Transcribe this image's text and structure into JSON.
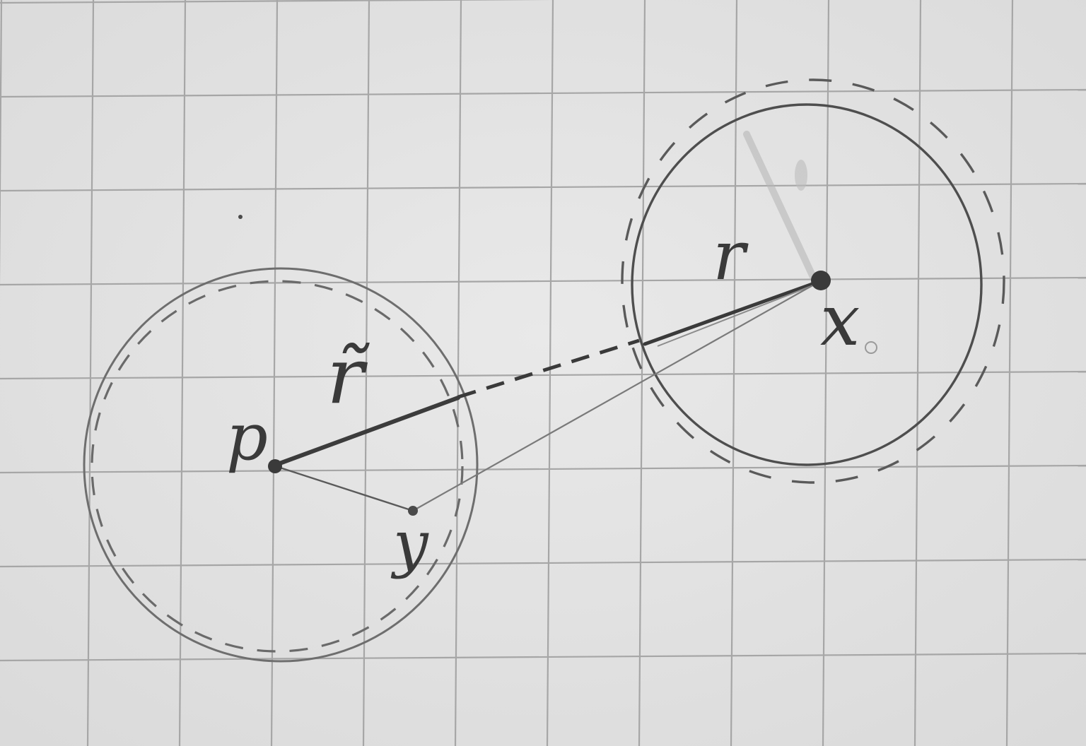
{
  "labels": {
    "p": "p",
    "r_tilde": "r̃",
    "r": "r",
    "x": "x",
    "y": "y"
  },
  "colors": {
    "paper": "#e4e4e4",
    "grid": "#a9a9a9",
    "ink": "#4a4a4a",
    "ink_light": "#7a7a7a"
  }
}
